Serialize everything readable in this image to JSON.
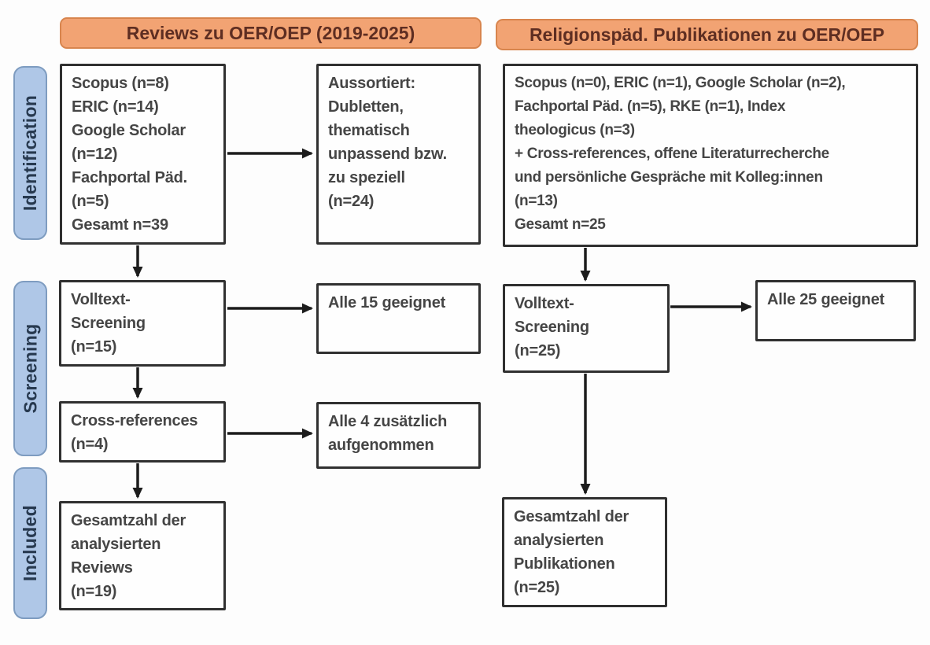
{
  "colors": {
    "header_fill": "#F2A373",
    "header_border": "#D8854E",
    "header_text": "#5E2E22",
    "stage_fill": "#AFC7E7",
    "stage_border": "#7E9CC0",
    "stage_text": "#27394F",
    "box_border": "#303030",
    "box_fill": "#FEFEFE",
    "box_text": "#454545",
    "arrow": "#1C1C1C",
    "background": "#FDFDFD"
  },
  "headers": {
    "left": "Reviews zu OER/OEP (2019-2025)",
    "right": "Religionspäd. Publikationen zu OER/OEP"
  },
  "stages": {
    "identification": "Identification",
    "screening": "Screening",
    "included": "Included"
  },
  "boxes": {
    "left_sources": "Scopus (n=8)\nERIC (n=14)\nGoogle Scholar\n(n=12)\nFachportal Päd.\n(n=5)\nGesamt n=39",
    "left_excluded": "Aussortiert:\nDubletten,\nthematisch\nunpassend bzw.\nzu speziell\n(n=24)",
    "left_fulltext_screening": "Volltext-\nScreening\n(n=15)",
    "left_fulltext_result": "Alle 15 geeignet",
    "left_cross_references": "Cross-references\n(n=4)",
    "left_cross_references_result": "Alle 4 zusätzlich\naufgenommen",
    "left_included_total": "Gesamtzahl der\nanalysierten\nReviews\n(n=19)",
    "right_sources": "Scopus (n=0), ERIC (n=1), Google Scholar (n=2),\nFachportal Päd. (n=5), RKE (n=1), Index\ntheologicus (n=3)\n+ Cross-references, offene Literaturrecherche\nund persönliche Gespräche mit Kolleg:innen\n(n=13)\nGesamt n=25",
    "right_fulltext_screening": "Volltext-\nScreening\n(n=25)",
    "right_fulltext_result": "Alle 25 geeignet",
    "right_included_total": "Gesamtzahl der\nanalysierten\nPublikationen\n(n=25)"
  }
}
